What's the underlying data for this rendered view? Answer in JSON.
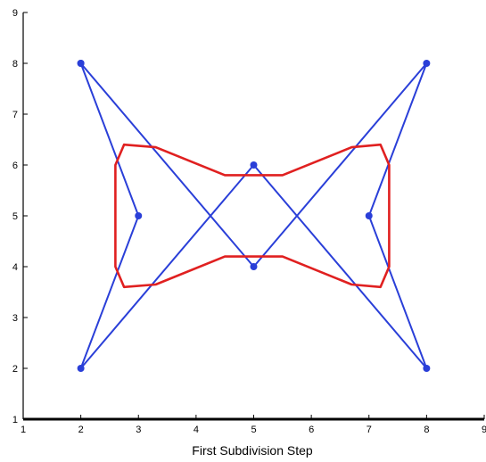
{
  "chart_data": {
    "type": "line",
    "title": "",
    "xlabel": "First Subdivision Step",
    "ylabel": "",
    "xlim": [
      1,
      9
    ],
    "ylim": [
      1,
      9
    ],
    "x_ticks": [
      1,
      2,
      3,
      4,
      5,
      6,
      7,
      8,
      9
    ],
    "y_ticks": [
      1,
      2,
      3,
      4,
      5,
      6,
      7,
      8,
      9
    ],
    "x_tick_labels": [
      "1",
      "2",
      "3",
      "4",
      "5",
      "6",
      "7",
      "8",
      "9"
    ],
    "y_tick_labels": [
      "1",
      "2",
      "3",
      "4",
      "5",
      "6",
      "7",
      "8",
      "9"
    ],
    "grid": false,
    "legend": "none",
    "series": [
      {
        "color": "#2a3fd8",
        "style": "solid",
        "markers": true,
        "x": [
          2,
          3,
          2,
          5,
          8,
          7,
          8,
          5,
          2
        ],
        "y": [
          8,
          5,
          2,
          6,
          2,
          5,
          8,
          4,
          8
        ]
      },
      {
        "color": "#e02020",
        "style": "solid",
        "markers": false,
        "x": [
          2.75,
          3.3,
          4.5,
          5.5,
          6.7,
          7.2,
          7.35,
          7.35,
          7.2,
          6.7,
          5.5,
          4.5,
          3.3,
          2.75,
          2.6,
          2.6,
          2.75
        ],
        "y": [
          6.4,
          6.35,
          5.8,
          5.8,
          6.35,
          6.4,
          6.0,
          4.0,
          3.6,
          3.65,
          4.2,
          4.2,
          3.65,
          3.6,
          4.0,
          6.0,
          6.4
        ]
      }
    ]
  }
}
